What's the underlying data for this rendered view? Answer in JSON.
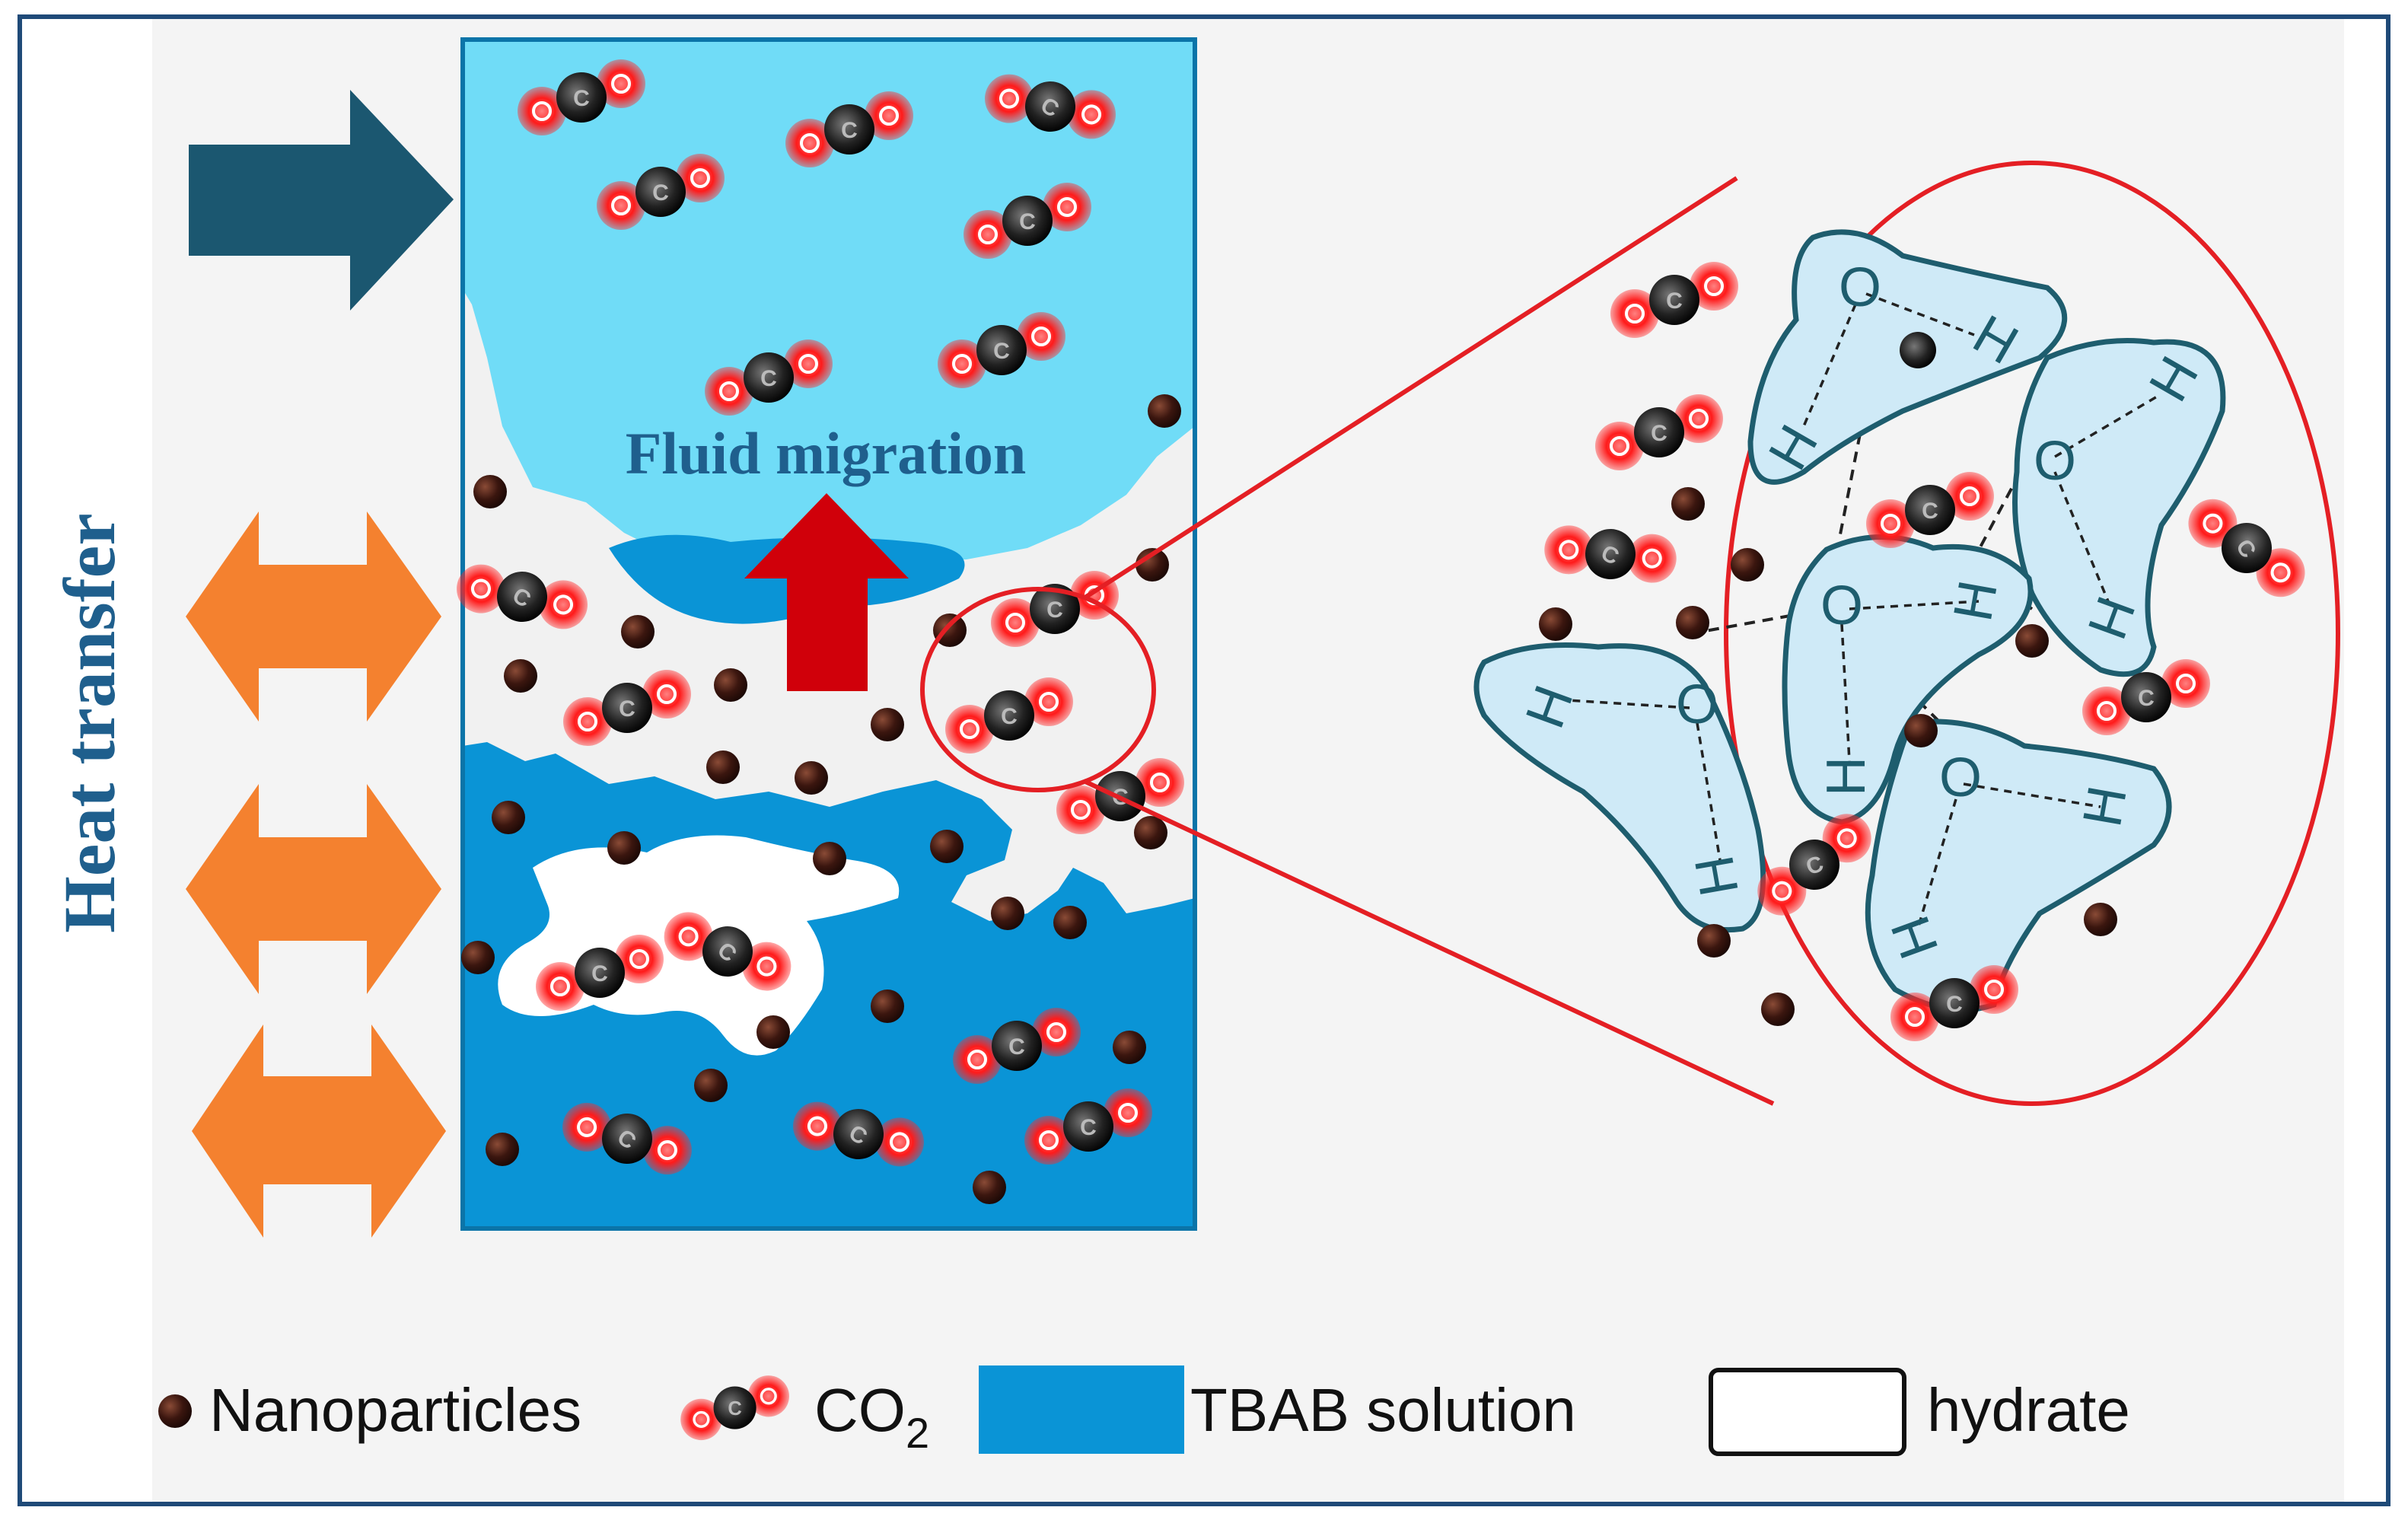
{
  "labels": {
    "side": "Heat transfer",
    "migration": "Fluid migration"
  },
  "legend": {
    "nanoparticles": "Nanoparticles",
    "co2_main": "CO",
    "co2_sub": "2",
    "tbab": "TBAB solution",
    "hydrate": "hydrate"
  },
  "molecule": {
    "carbon": "C",
    "oxygen": "O",
    "hydrogen": "H"
  },
  "colors": {
    "frame": "#1f4a78",
    "dark_arrow": "#1b5770",
    "orange_arrow": "#f4812f",
    "red_arrow": "#d0000a",
    "light_fluid": "#70dcf7",
    "tbab": "#0a94d6",
    "hydrate": "#ffffff",
    "zoom_circle": "#e41f24",
    "nanoparticle": "#3b160f",
    "water_cell": "#cfeaf7",
    "water_outline": "#1e5d6e",
    "background": "#f4f4f4"
  }
}
